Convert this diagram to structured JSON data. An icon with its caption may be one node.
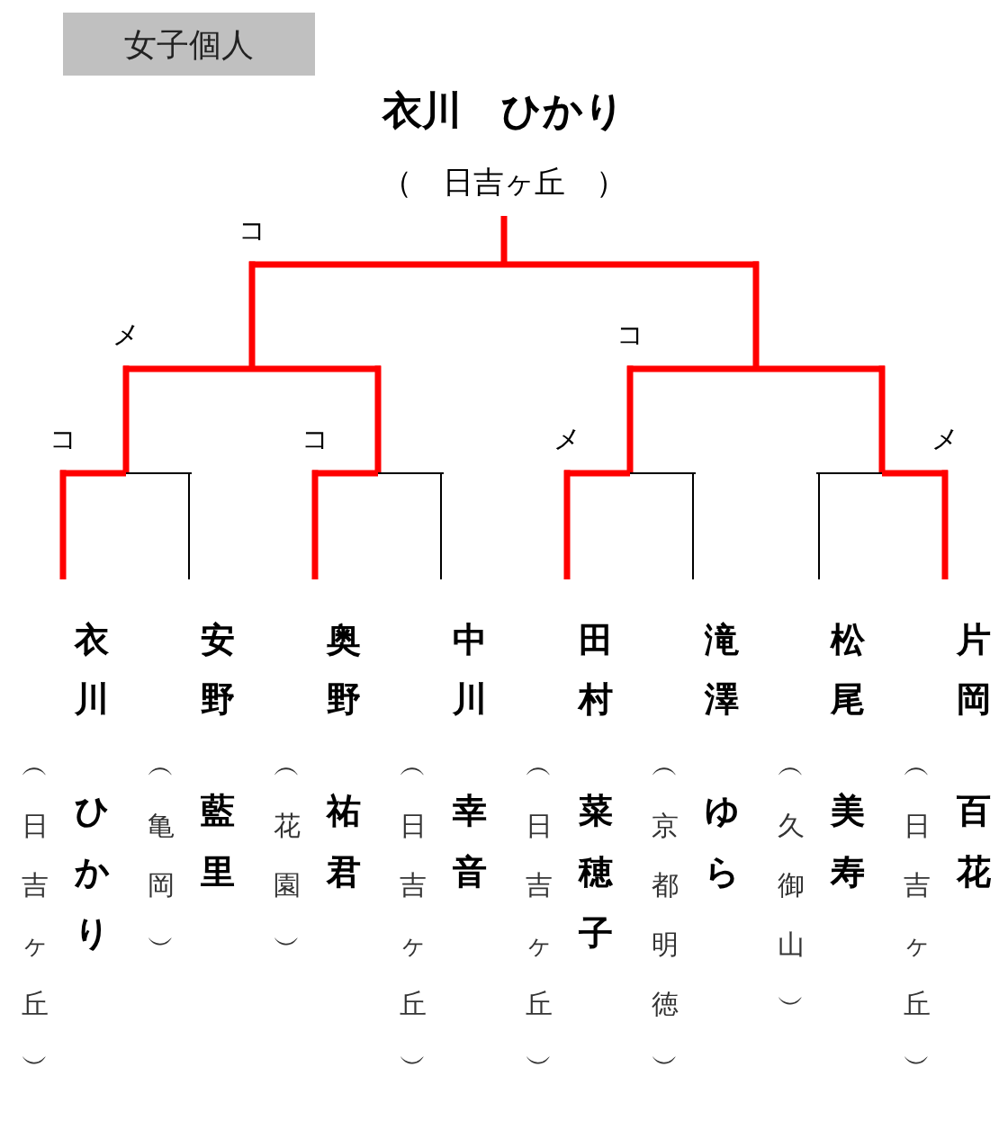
{
  "diagram": {
    "nodes": [
      {
        "text": [
          "女子個人"
        ]
      },
      {
        "text": [
          "衣川　ひかり",
          "（　日吉ヶ丘　）"
        ]
      },
      {
        "text": [],
        "shape": "bar"
      },
      {
        "text": [],
        "shape": "bar"
      },
      {
        "text": [],
        "shape": "bar"
      },
      {
        "text": [],
        "shape": "bar"
      },
      {
        "text": [],
        "shape": "bar"
      },
      {
        "text": [],
        "shape": "bar"
      },
      {
        "text": [],
        "shape": "bar"
      },
      {
        "text": [
          "衣川",
          "︵日吉ヶ丘︶",
          "ひかり"
        ]
      },
      {
        "text": [
          "安野",
          "︵亀岡︶",
          "藍里"
        ]
      },
      {
        "text": [
          "奥野",
          "︵花園︶",
          "祐君"
        ]
      },
      {
        "text": [
          "中川",
          "︵日吉ヶ丘︶",
          "幸音"
        ]
      },
      {
        "text": [
          "田村",
          "︵日吉ヶ丘︶",
          "菜穂子"
        ]
      },
      {
        "text": [
          "滝澤",
          "︵京都明徳︶",
          "ゆら"
        ]
      },
      {
        "text": [
          "松尾",
          "︵久御山︶",
          "美寿"
        ]
      },
      {
        "text": [
          "片岡",
          "︵日吉ヶ丘︶",
          "百花"
        ]
      }
    ],
    "edges": [
      {
        "from": 9,
        "to": 5,
        "arrow": "none",
        "label": "コ"
      },
      {
        "from": 10,
        "to": 5,
        "arrow": "none",
        "color": "#000000"
      },
      {
        "from": 11,
        "to": 6,
        "arrow": "none",
        "label": "コ"
      },
      {
        "from": 12,
        "to": 6,
        "arrow": "none",
        "color": "#000000"
      },
      {
        "from": 13,
        "to": 7,
        "arrow": "none",
        "label": "メ"
      },
      {
        "from": 14,
        "to": 7,
        "arrow": "none",
        "color": "#000000"
      },
      {
        "from": 15,
        "to": 8,
        "arrow": "none",
        "color": "#000000"
      },
      {
        "from": 16,
        "to": 8,
        "arrow": "none",
        "label": "メ"
      },
      {
        "from": 5,
        "to": 3,
        "arrow": "none",
        "label": "メ"
      },
      {
        "from": 6,
        "to": 3,
        "arrow": "none"
      },
      {
        "from": 7,
        "to": 4,
        "arrow": "none",
        "label": "コ"
      },
      {
        "from": 8,
        "to": 4,
        "arrow": "none"
      },
      {
        "from": 3,
        "to": 2,
        "arrow": "none",
        "label": "コ"
      },
      {
        "from": 4,
        "to": 2,
        "arrow": "none"
      },
      {
        "from": 2,
        "to": 1,
        "arrow": "none"
      }
    ]
  }
}
